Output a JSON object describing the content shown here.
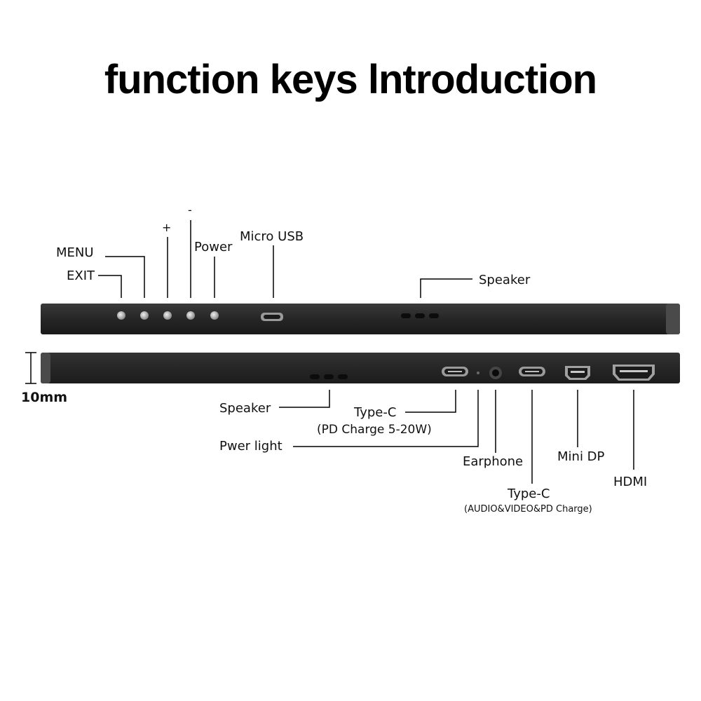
{
  "title": "function keys lntroduction",
  "top_edge": {
    "labels": {
      "exit": "EXIT",
      "menu": "MENU",
      "plus": "+",
      "minus": "-",
      "power": "Power",
      "micro_usb": "Micro USB",
      "speaker": "Speaker"
    }
  },
  "bottom_edge": {
    "thickness": "10mm",
    "labels": {
      "speaker": "Speaker",
      "type_c_pd": "Type-C",
      "type_c_pd_note": "(PD Charge 5-20W)",
      "power_light": "Pwer light",
      "earphone": "Earphone",
      "type_c_av": "Type-C",
      "type_c_av_note": "(AUDIO&VIDEO&PD Charge)",
      "mini_dp": "Mini DP",
      "hdmi": "HDMI"
    }
  },
  "colors": {
    "body": "#2b2b2b",
    "body_edge": "#111111",
    "button": "#bfbfbf",
    "line": "#000000"
  }
}
